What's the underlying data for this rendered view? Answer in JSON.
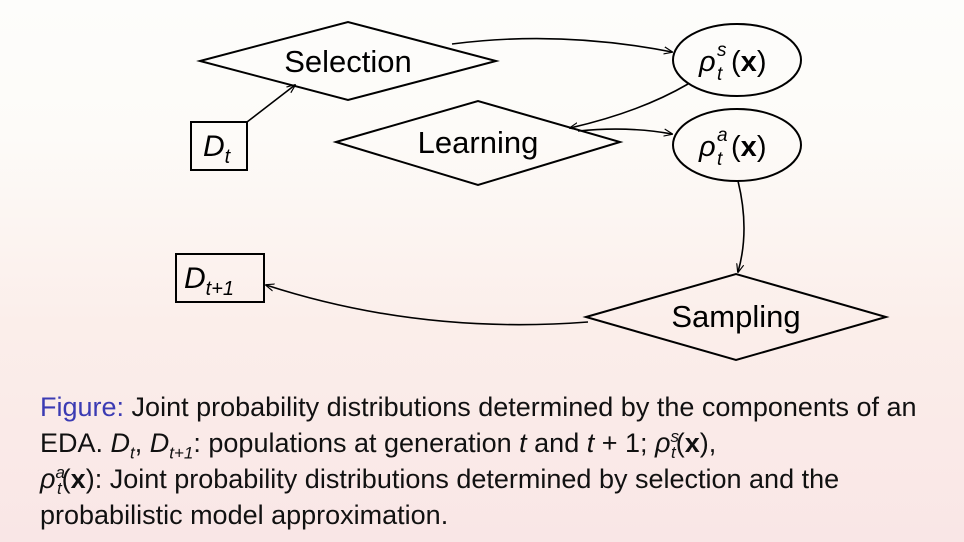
{
  "nodes": {
    "selection": "Selection",
    "learning": "Learning",
    "sampling": "Sampling",
    "dt": {
      "base": "D",
      "sub": "t"
    },
    "dt1": {
      "base": "D",
      "sub": "t+1"
    },
    "rho_s": {
      "base": "ρ",
      "sup": "s",
      "sub": "t",
      "arg_open": "(",
      "arg": "x",
      "arg_close": ")"
    },
    "rho_a": {
      "base": "ρ",
      "sup": "a",
      "sub": "t",
      "arg_open": "(",
      "arg": "x",
      "arg_close": ")"
    }
  },
  "caption": {
    "label": "Figure:",
    "part1": " Joint probability distributions determined by the components of an EDA. ",
    "dt_base": "D",
    "dt_sub": "t",
    "sep1": ", ",
    "dt1_base": "D",
    "dt1_sub": "t+1",
    "part2": ": populations at generation ",
    "t_var": "t",
    "part3": " and ",
    "t_var2": "t",
    "part4": " + 1; ",
    "rho": "ρ",
    "s_sup": "s",
    "t_sub": "t",
    "paren_open": "(",
    "x_bold": "x",
    "paren_close_comma": "),",
    "rho2": "ρ",
    "a_sup": "a",
    "t_sub2": "t",
    "paren_open2": "(",
    "x_bold2": "x",
    "part5": "): Joint probability distributions determined by selection and the probabilistic model approximation."
  },
  "colors": {
    "caption_label": "#3b3bb3",
    "stroke": "#000000"
  }
}
